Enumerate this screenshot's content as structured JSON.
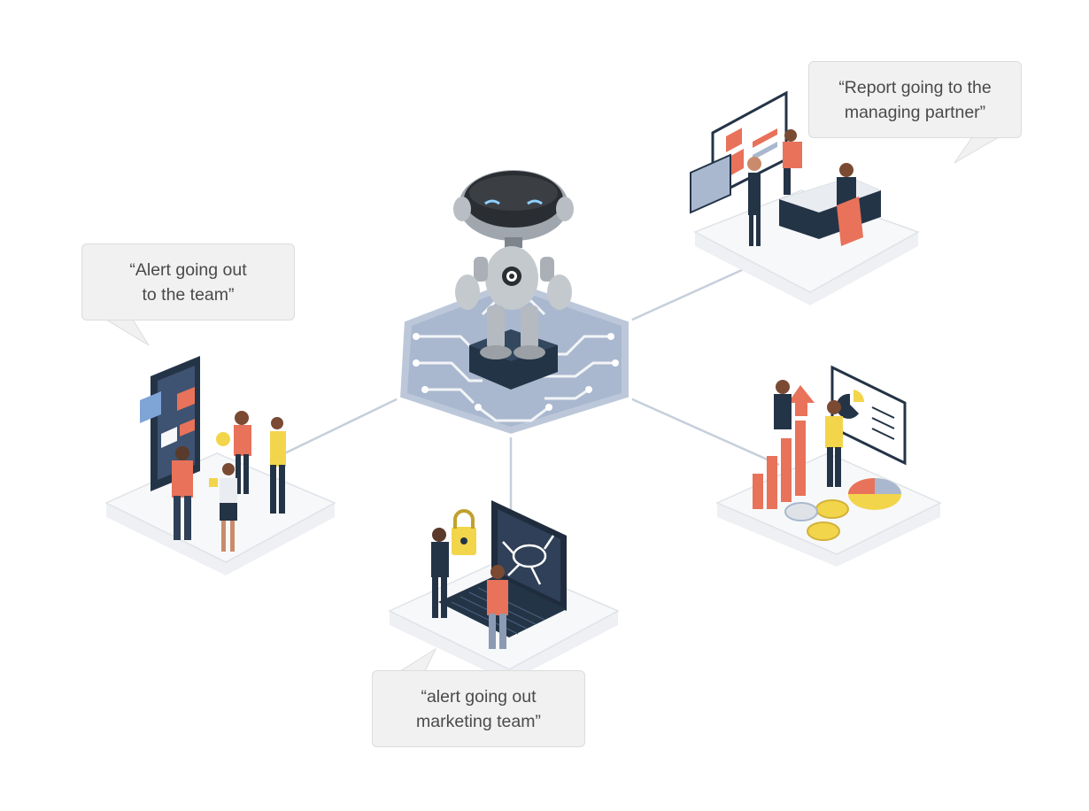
{
  "callouts": {
    "report": {
      "line1": "“Report  going to the",
      "line2": "managing partner”"
    },
    "alert_team": {
      "line1": "“Alert going out",
      "line2": "to the team”"
    },
    "marketing": {
      "line1": "“alert going out",
      "line2": "marketing team”"
    }
  },
  "colors": {
    "accent": "#e8725a",
    "navy": "#243447",
    "hub": "#a9b8cf",
    "platform": "#f6f7f9",
    "yellow": "#f3d54b",
    "connector": "#c6cfdb"
  },
  "icons": [
    "robot-icon",
    "circuit-hub-icon",
    "mobile-alert-icon",
    "report-meeting-icon",
    "security-lock-icon",
    "finance-chart-icon"
  ]
}
